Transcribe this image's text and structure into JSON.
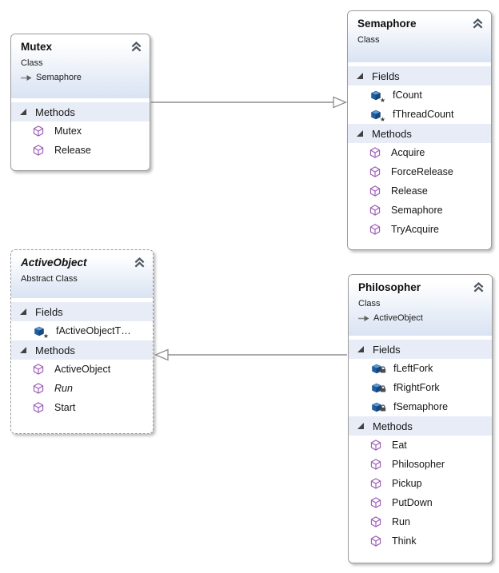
{
  "diagram_type": "uml-class-diagram",
  "colors": {
    "canvas_bg": "#ffffff",
    "box_border": "#9b9b9b",
    "header_gradient_top": "#ffffff",
    "header_gradient_bottom": "#d9e3f3",
    "section_header_bg": "#e7ecf7",
    "connector_line": "#8f8f8f",
    "field_icon_blue": "#1f5fa4",
    "method_icon_purple": "#9a5ab4",
    "text": "#161616"
  },
  "classes": [
    {
      "title": "Mutex",
      "stereotype": "Class",
      "inherits": "Semaphore",
      "border_style": "solid",
      "collapse_icon": "chevron-up-icon",
      "sections": [
        {
          "label": "Methods",
          "expander_icon": "expander-triangle-icon",
          "members": [
            {
              "name": "Mutex",
              "icon": "method-cube-icon",
              "modifier": null
            },
            {
              "name": "Release",
              "icon": "method-cube-icon",
              "modifier": null
            }
          ]
        }
      ]
    },
    {
      "title": "Semaphore",
      "stereotype": "Class",
      "inherits": null,
      "border_style": "solid",
      "collapse_icon": "chevron-up-icon",
      "sections": [
        {
          "label": "Fields",
          "expander_icon": "expander-triangle-icon",
          "members": [
            {
              "name": "fCount",
              "icon": "field-brick-icon",
              "modifier": "internal-star"
            },
            {
              "name": "fThreadCount",
              "icon": "field-brick-icon",
              "modifier": "internal-star"
            }
          ]
        },
        {
          "label": "Methods",
          "expander_icon": "expander-triangle-icon",
          "members": [
            {
              "name": "Acquire",
              "icon": "method-cube-icon",
              "modifier": null
            },
            {
              "name": "ForceRelease",
              "icon": "method-cube-icon",
              "modifier": null
            },
            {
              "name": "Release",
              "icon": "method-cube-icon",
              "modifier": null
            },
            {
              "name": "Semaphore",
              "icon": "method-cube-icon",
              "modifier": null
            },
            {
              "name": "TryAcquire",
              "icon": "method-cube-icon",
              "modifier": null
            }
          ]
        }
      ]
    },
    {
      "title": "ActiveObject",
      "stereotype": "Abstract Class",
      "inherits": null,
      "border_style": "dashed",
      "title_style": "bold-italic",
      "collapse_icon": "chevron-up-icon",
      "sections": [
        {
          "label": "Fields",
          "expander_icon": "expander-triangle-icon",
          "members": [
            {
              "name": "fActiveObjectT…",
              "icon": "field-brick-icon",
              "modifier": "internal-star"
            }
          ]
        },
        {
          "label": "Methods",
          "expander_icon": "expander-triangle-icon",
          "members": [
            {
              "name": "ActiveObject",
              "icon": "method-cube-icon",
              "modifier": null
            },
            {
              "name": "Run",
              "icon": "method-cube-icon",
              "modifier": null,
              "style": "italic"
            },
            {
              "name": "Start",
              "icon": "method-cube-icon",
              "modifier": null
            }
          ]
        }
      ]
    },
    {
      "title": "Philosopher",
      "stereotype": "Class",
      "inherits": "ActiveObject",
      "border_style": "solid",
      "collapse_icon": "chevron-up-icon",
      "sections": [
        {
          "label": "Fields",
          "expander_icon": "expander-triangle-icon",
          "members": [
            {
              "name": "fLeftFork",
              "icon": "field-brick-icon",
              "modifier": "private-lock"
            },
            {
              "name": "fRightFork",
              "icon": "field-brick-icon",
              "modifier": "private-lock"
            },
            {
              "name": "fSemaphore",
              "icon": "field-brick-icon",
              "modifier": "private-lock"
            }
          ]
        },
        {
          "label": "Methods",
          "expander_icon": "expander-triangle-icon",
          "members": [
            {
              "name": "Eat",
              "icon": "method-cube-icon",
              "modifier": null
            },
            {
              "name": "Philosopher",
              "icon": "method-cube-icon",
              "modifier": null
            },
            {
              "name": "Pickup",
              "icon": "method-cube-icon",
              "modifier": null
            },
            {
              "name": "PutDown",
              "icon": "method-cube-icon",
              "modifier": null
            },
            {
              "name": "Run",
              "icon": "method-cube-icon",
              "modifier": null
            },
            {
              "name": "Think",
              "icon": "method-cube-icon",
              "modifier": null
            }
          ]
        }
      ]
    }
  ],
  "relations": [
    {
      "from": "Mutex",
      "to": "Semaphore",
      "type": "inheritance"
    },
    {
      "from": "Philosopher",
      "to": "ActiveObject",
      "type": "inheritance"
    }
  ]
}
